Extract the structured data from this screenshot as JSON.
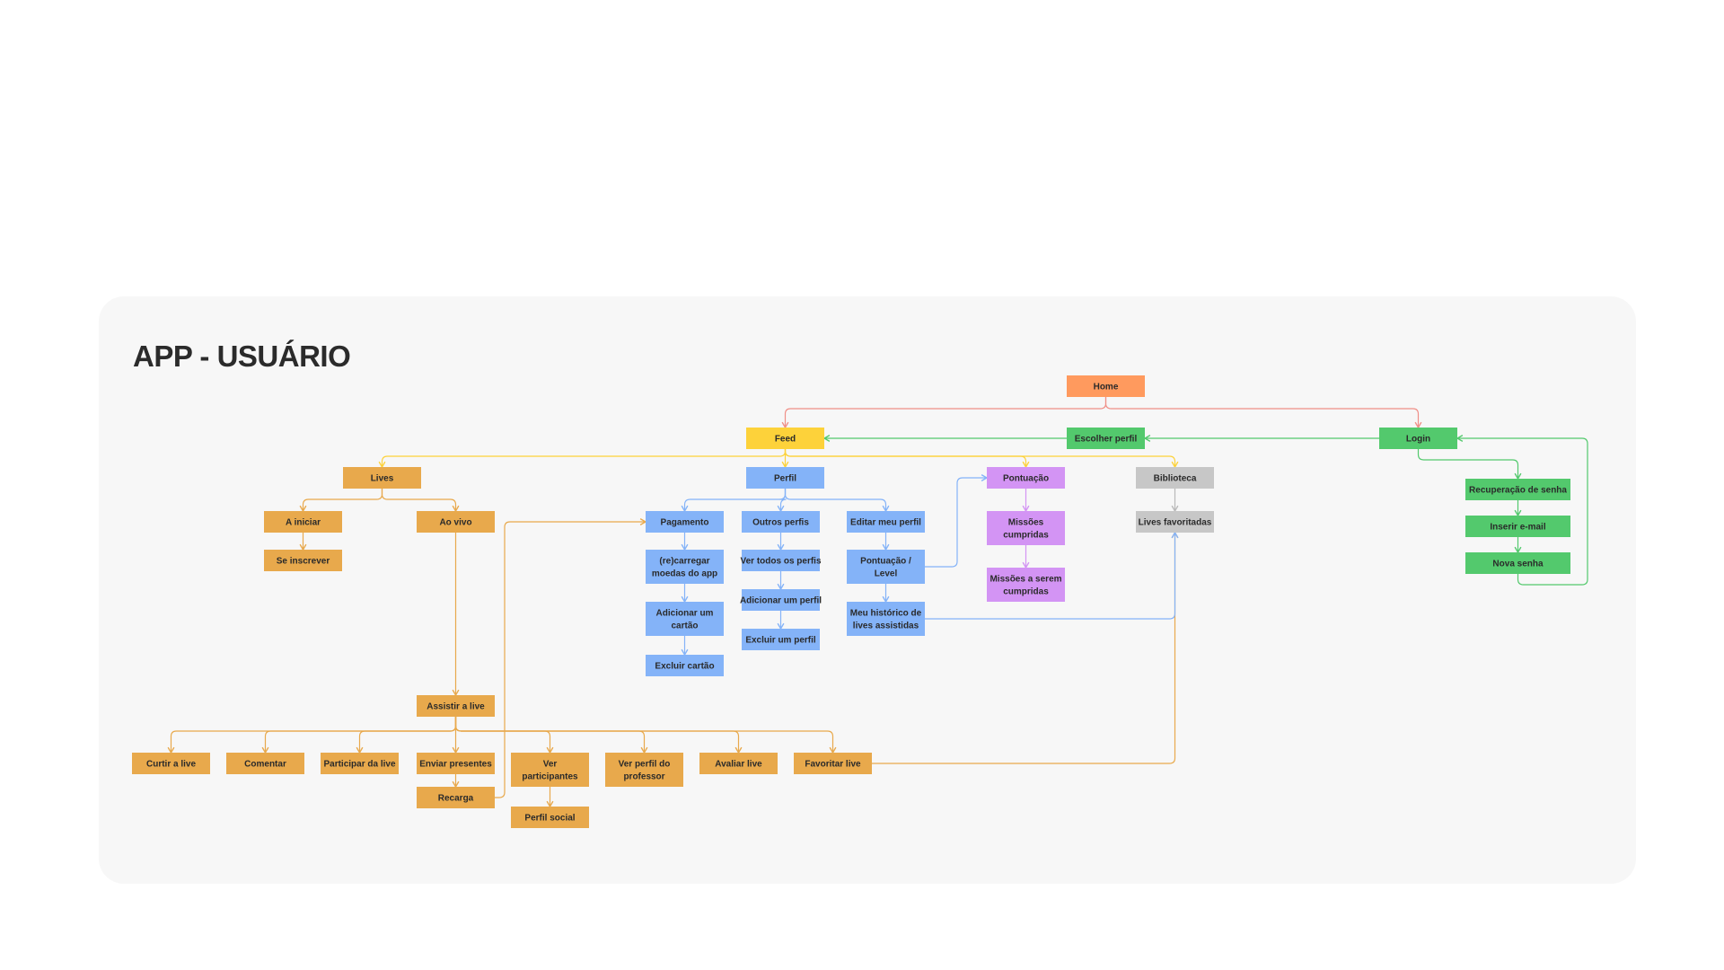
{
  "title": "APP - USUÁRIO",
  "palette": {
    "home": "#ff9a5e",
    "feed": "#fdd23a",
    "green": "#53c96d",
    "orange": "#e8a94c",
    "blue": "#84b3f8",
    "purple": "#d394f4",
    "gray": "#c7c7c7",
    "edge_red": "#f08f87",
    "edge_green": "#53c96d",
    "edge_yellow": "#fdd23a",
    "edge_orange": "#e8a94c",
    "edge_blue": "#84b3f8",
    "edge_purple": "#d394f4",
    "edge_gray": "#b9b9b9"
  },
  "nodes": [
    {
      "id": "home",
      "label": "Home",
      "color": "home"
    },
    {
      "id": "feed",
      "label": "Feed",
      "color": "feed"
    },
    {
      "id": "escolher",
      "label": "Escolher perfil",
      "color": "green"
    },
    {
      "id": "login",
      "label": "Login",
      "color": "green"
    },
    {
      "id": "recuperacao",
      "label": "Recuperação de senha",
      "color": "green"
    },
    {
      "id": "inserir",
      "label": "Inserir e-mail",
      "color": "green"
    },
    {
      "id": "nova",
      "label": "Nova senha",
      "color": "green"
    },
    {
      "id": "lives",
      "label": "Lives",
      "color": "orange"
    },
    {
      "id": "aIniciar",
      "label": "A iniciar",
      "color": "orange"
    },
    {
      "id": "seInscrever",
      "label": "Se inscrever",
      "color": "orange"
    },
    {
      "id": "aoVivo",
      "label": "Ao vivo",
      "color": "orange"
    },
    {
      "id": "assistir",
      "label": "Assistir a live",
      "color": "orange"
    },
    {
      "id": "curtir",
      "label": "Curtir a live",
      "color": "orange"
    },
    {
      "id": "comentar",
      "label": "Comentar",
      "color": "orange"
    },
    {
      "id": "participar",
      "label": "Participar da live",
      "color": "orange"
    },
    {
      "id": "enviar",
      "label": "Enviar presentes",
      "color": "orange"
    },
    {
      "id": "recarga",
      "label": "Recarga",
      "color": "orange"
    },
    {
      "id": "verPart",
      "label": "Ver participantes",
      "color": "orange"
    },
    {
      "id": "perfilSocial",
      "label": "Perfil social",
      "color": "orange"
    },
    {
      "id": "verProf",
      "label": "Ver perfil do professor",
      "color": "orange"
    },
    {
      "id": "avaliar",
      "label": "Avaliar live",
      "color": "orange"
    },
    {
      "id": "favoritar",
      "label": "Favoritar live",
      "color": "orange"
    },
    {
      "id": "perfil",
      "label": "Perfil",
      "color": "blue"
    },
    {
      "id": "pagamento",
      "label": "Pagamento",
      "color": "blue"
    },
    {
      "id": "recarregar",
      "label": "(re)carregar moedas do app",
      "color": "blue"
    },
    {
      "id": "addCartao",
      "label": "Adicionar um cartão",
      "color": "blue"
    },
    {
      "id": "excCartao",
      "label": "Excluir cartão",
      "color": "blue"
    },
    {
      "id": "outros",
      "label": "Outros perfis",
      "color": "blue"
    },
    {
      "id": "verTodos",
      "label": "Ver todos os perfis",
      "color": "blue"
    },
    {
      "id": "addPerfil",
      "label": "Adicionar um perfil",
      "color": "blue"
    },
    {
      "id": "excPerfil",
      "label": "Excluir um perfil",
      "color": "blue"
    },
    {
      "id": "editar",
      "label": "Editar meu perfil",
      "color": "blue"
    },
    {
      "id": "pontLevel",
      "label": "Pontuação / Level",
      "color": "blue"
    },
    {
      "id": "historico",
      "label": "Meu histórico de lives assistidas",
      "color": "blue"
    },
    {
      "id": "pontuacao",
      "label": "Pontuação",
      "color": "purple"
    },
    {
      "id": "missoes",
      "label": "Missões cumpridas",
      "color": "purple"
    },
    {
      "id": "missoesSerem",
      "label": "Missões a serem cumpridas",
      "color": "purple"
    },
    {
      "id": "biblioteca",
      "label": "Biblioteca",
      "color": "gray"
    },
    {
      "id": "livesFav",
      "label": "Lives favoritadas",
      "color": "gray"
    }
  ],
  "edges": [
    {
      "from": "home",
      "to": "feed",
      "color": "edge_red"
    },
    {
      "from": "home",
      "to": "login",
      "color": "edge_red"
    },
    {
      "from": "login",
      "to": "escolher",
      "color": "edge_green"
    },
    {
      "from": "escolher",
      "to": "feed",
      "color": "edge_green"
    },
    {
      "from": "login",
      "to": "recuperacao",
      "color": "edge_green"
    },
    {
      "from": "recuperacao",
      "to": "inserir",
      "color": "edge_green"
    },
    {
      "from": "inserir",
      "to": "nova",
      "color": "edge_green"
    },
    {
      "from": "nova",
      "to": "login",
      "color": "edge_green"
    },
    {
      "from": "feed",
      "to": "lives",
      "color": "edge_yellow"
    },
    {
      "from": "feed",
      "to": "perfil",
      "color": "edge_yellow"
    },
    {
      "from": "feed",
      "to": "pontuacao",
      "color": "edge_yellow"
    },
    {
      "from": "feed",
      "to": "biblioteca",
      "color": "edge_yellow"
    },
    {
      "from": "lives",
      "to": "aIniciar",
      "color": "edge_orange"
    },
    {
      "from": "lives",
      "to": "aoVivo",
      "color": "edge_orange"
    },
    {
      "from": "aIniciar",
      "to": "seInscrever",
      "color": "edge_orange"
    },
    {
      "from": "aoVivo",
      "to": "assistir",
      "color": "edge_orange"
    },
    {
      "from": "assistir",
      "to": "curtir",
      "color": "edge_orange"
    },
    {
      "from": "assistir",
      "to": "comentar",
      "color": "edge_orange"
    },
    {
      "from": "assistir",
      "to": "participar",
      "color": "edge_orange"
    },
    {
      "from": "assistir",
      "to": "enviar",
      "color": "edge_orange"
    },
    {
      "from": "assistir",
      "to": "verPart",
      "color": "edge_orange"
    },
    {
      "from": "assistir",
      "to": "verProf",
      "color": "edge_orange"
    },
    {
      "from": "assistir",
      "to": "avaliar",
      "color": "edge_orange"
    },
    {
      "from": "assistir",
      "to": "favoritar",
      "color": "edge_orange"
    },
    {
      "from": "enviar",
      "to": "recarga",
      "color": "edge_orange"
    },
    {
      "from": "verPart",
      "to": "perfilSocial",
      "color": "edge_orange"
    },
    {
      "from": "recarga",
      "to": "pagamento",
      "color": "edge_orange"
    },
    {
      "from": "favoritar",
      "to": "livesFav",
      "color": "edge_orange"
    },
    {
      "from": "perfil",
      "to": "pagamento",
      "color": "edge_blue"
    },
    {
      "from": "perfil",
      "to": "outros",
      "color": "edge_blue"
    },
    {
      "from": "perfil",
      "to": "editar",
      "color": "edge_blue"
    },
    {
      "from": "pagamento",
      "to": "recarregar",
      "color": "edge_blue"
    },
    {
      "from": "recarregar",
      "to": "addCartao",
      "color": "edge_blue"
    },
    {
      "from": "addCartao",
      "to": "excCartao",
      "color": "edge_blue"
    },
    {
      "from": "outros",
      "to": "verTodos",
      "color": "edge_blue"
    },
    {
      "from": "verTodos",
      "to": "addPerfil",
      "color": "edge_blue"
    },
    {
      "from": "addPerfil",
      "to": "excPerfil",
      "color": "edge_blue"
    },
    {
      "from": "editar",
      "to": "pontLevel",
      "color": "edge_blue"
    },
    {
      "from": "pontLevel",
      "to": "historico",
      "color": "edge_blue"
    },
    {
      "from": "pontLevel",
      "to": "pontuacao",
      "color": "edge_blue"
    },
    {
      "from": "historico",
      "to": "livesFav",
      "color": "edge_blue"
    },
    {
      "from": "pontuacao",
      "to": "missoes",
      "color": "edge_purple"
    },
    {
      "from": "missoes",
      "to": "missoesSerem",
      "color": "edge_purple"
    },
    {
      "from": "biblioteca",
      "to": "livesFav",
      "color": "edge_gray"
    }
  ]
}
